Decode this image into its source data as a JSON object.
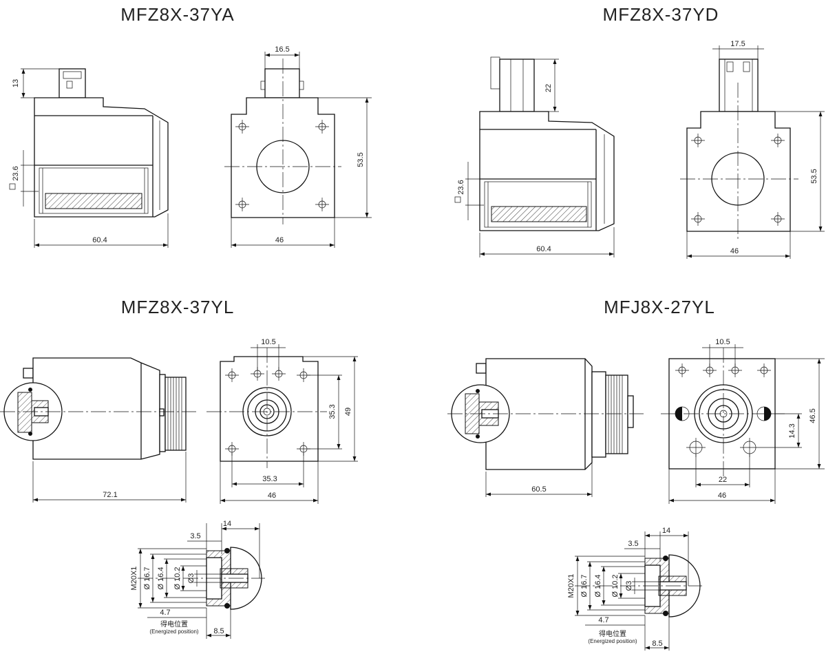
{
  "views": [
    {
      "id": "ya",
      "title": "MFZ8X-37YA",
      "dims": {
        "plug_height": "13",
        "coil_square": "23.6",
        "length": "60.4",
        "terminal_width": "16.5",
        "width": "46",
        "height": "53.5"
      }
    },
    {
      "id": "yd",
      "title": "MFZ8X-37YD",
      "dims": {
        "plug_height": "22",
        "coil_square": "23.6",
        "length": "60.4",
        "terminal_width": "17.5",
        "width": "46",
        "height": "53.5"
      }
    },
    {
      "id": "yl",
      "title": "MFZ8X-37YL",
      "dims": {
        "length": "72.1",
        "pin_spacing": "10.5",
        "hole_spacing_v": "35.3",
        "height": "49",
        "hole_spacing_h": "35.3",
        "width": "46"
      }
    },
    {
      "id": "fj",
      "title": "MFJ8X-27YL",
      "dims": {
        "length": "60.5",
        "pin_spacing": "10.5",
        "height": "46.5",
        "hole_offset_v": "14.3",
        "hole_spacing_h": "22",
        "width": "46"
      }
    }
  ],
  "details": [
    {
      "id": "detail-left",
      "dims": {
        "top": "14",
        "stroke": "3.5",
        "thread": "M20X1",
        "d1": "Ø 16.7",
        "d2": "Ø 16.4",
        "d3": "Ø 10.2",
        "d4": "Ø3",
        "bottom_a": "4.7",
        "bottom_b": "8.5"
      },
      "label_cn": "得电位置",
      "label_en": "(Energized position)"
    },
    {
      "id": "detail-right",
      "dims": {
        "top": "14",
        "stroke": "3.5",
        "thread": "M20X1",
        "d1": "Ø 16.7",
        "d2": "Ø 16.4",
        "d3": "Ø 10.2",
        "d4": "Ø3",
        "bottom_a": "4.7",
        "bottom_b": "8.5"
      },
      "label_cn": "得电位置",
      "label_en": "(Energized position)"
    }
  ]
}
